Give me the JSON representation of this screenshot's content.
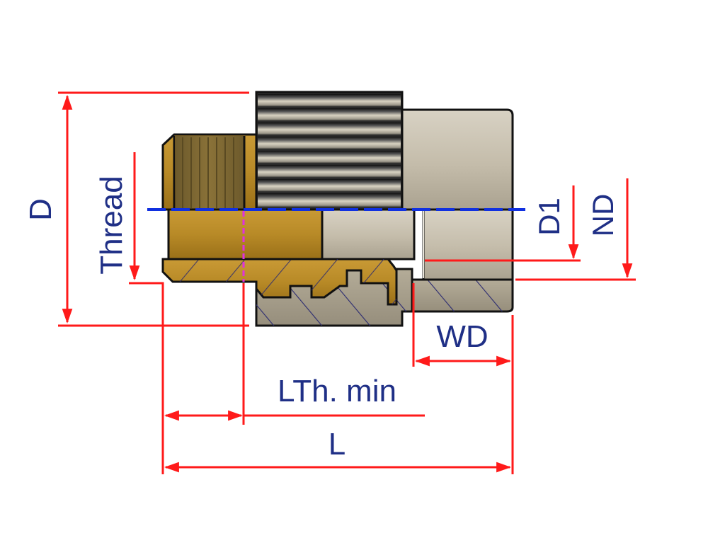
{
  "diagram": {
    "type": "technical-drawing",
    "subject": "threaded union adapter fitting, half-section view",
    "labels": {
      "D": "D",
      "thread": "Thread",
      "D1": "D1",
      "ND": "ND",
      "WD": "WD",
      "lth_min": "LTh. min",
      "L": "L"
    },
    "colors": {
      "dimension_line": "#ff1a1a",
      "label_text": "#1f2f86",
      "center_line": "#1030e0",
      "thread_length_marker": "#e030e0",
      "brass": "#b0862a",
      "plastic": "#c4bcaa",
      "outline": "#111111",
      "hatch": "#2a2a70"
    }
  }
}
